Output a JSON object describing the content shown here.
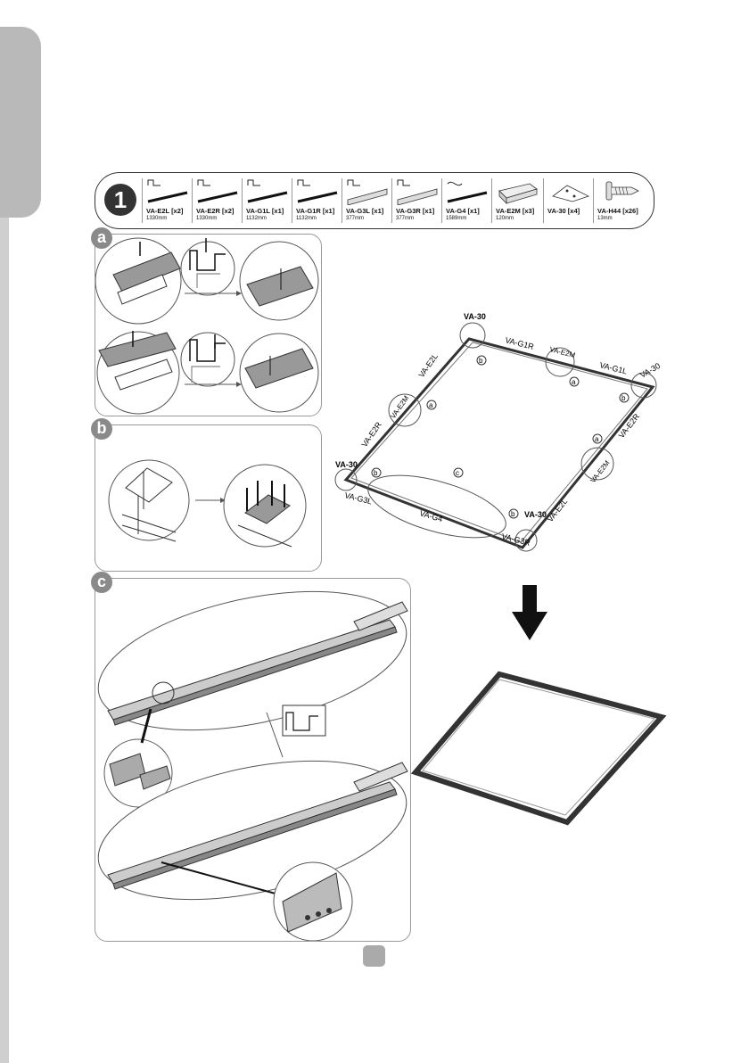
{
  "step": {
    "number": "1"
  },
  "parts": [
    {
      "code": "VA-E2L [x2]",
      "size": "1330mm",
      "icon": "straight-profile-icon"
    },
    {
      "code": "VA-E2R [x2]",
      "size": "1330mm",
      "icon": "straight-profile-icon"
    },
    {
      "code": "VA-G1L [x1]",
      "size": "1132mm",
      "icon": "straight-profile-icon"
    },
    {
      "code": "VA-G1R [x1]",
      "size": "1132mm",
      "icon": "straight-profile-icon"
    },
    {
      "code": "VA-G3L [x1]",
      "size": "377mm",
      "icon": "channel-profile-icon"
    },
    {
      "code": "VA-G3R [x1]",
      "size": "377mm",
      "icon": "channel-profile-icon"
    },
    {
      "code": "VA-G4 [x1]",
      "size": "1589mm",
      "icon": "straight-profile-icon"
    },
    {
      "code": "VA-E2M [x3]",
      "size": "120mm",
      "icon": "joint-connector-icon"
    },
    {
      "code": "VA-30 [x4]",
      "size": "",
      "icon": "corner-bracket-icon"
    },
    {
      "code": "VA-H44 [x26]",
      "size": "13mm",
      "icon": "screw-icon"
    }
  ],
  "sections": {
    "a": "a",
    "b": "b",
    "c": "c"
  },
  "frame_labels": {
    "va30_top": "VA-30",
    "g1r": "VA-G1R",
    "e2m_top": "VA-E2M",
    "g1l": "VA-G1L",
    "va30_right": "VA-30",
    "e2l_left": "VA-E2L",
    "e2m_left": "VA-E2M",
    "e2r_left": "VA-E2R",
    "va30_left": "VA-30",
    "g3l": "VA-G3L",
    "g4": "VA-G4",
    "va30_bottom": "VA-30",
    "g3r": "VA-G3R",
    "e2l_right": "VA-E2L",
    "e2m_right": "VA-E2M",
    "e2r_right": "VA-E2R"
  },
  "callouts": {
    "a": "a",
    "b": "b",
    "c": "c"
  },
  "page_number": ""
}
